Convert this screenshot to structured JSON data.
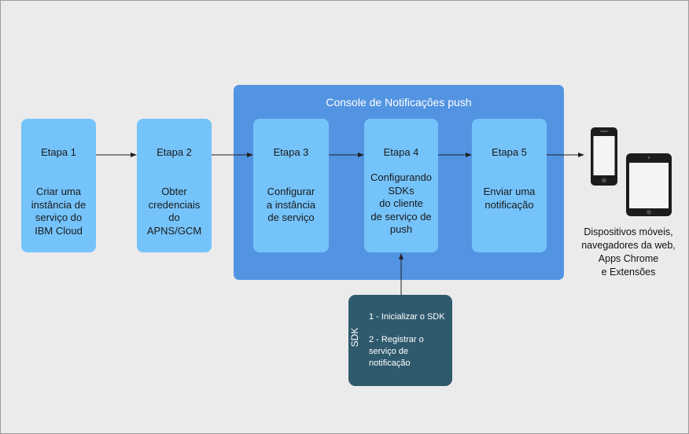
{
  "diagram": {
    "console_title": "Console de Notificações push",
    "steps": [
      {
        "label": "Etapa 1",
        "description": "Criar uma\ninstância de\nserviço do\nIBM Cloud"
      },
      {
        "label": "Etapa 2",
        "description": "Obter\ncredenciais\ndo\nAPNS/GCM"
      },
      {
        "label": "Etapa 3",
        "description": "Configurar\na instância\nde serviço"
      },
      {
        "label": "Etapa 4",
        "description": "Configurando\nSDKs\ndo cliente\nde serviço de\npush"
      },
      {
        "label": "Etapa 5",
        "description": "Enviar uma\nnotificação"
      }
    ],
    "sdk": {
      "title": "SDK",
      "items": [
        "1 - Inicializar o SDK",
        "2 - Registrar o\nserviço de\nnotificação"
      ]
    },
    "devices": {
      "label": "Dispositivos móveis,\nnavegadores da web,\nApps Chrome\ne Extensões",
      "icons": [
        "phone-icon",
        "tablet-icon"
      ]
    },
    "colors": {
      "background": "#ebebeb",
      "console": "#5394e2",
      "step_box": "#75c3fb",
      "sdk_box": "#2f5a6e"
    }
  }
}
